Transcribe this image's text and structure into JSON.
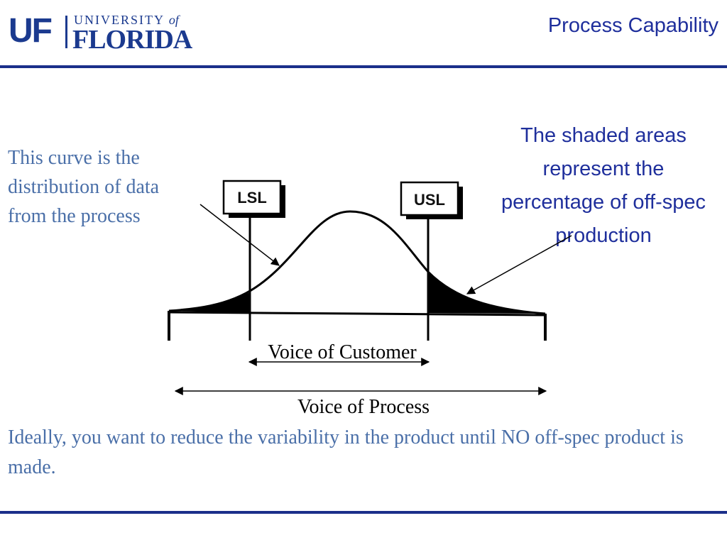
{
  "logo": {
    "uf": "UF",
    "university": "UNIVERSITY",
    "of": "of",
    "florida": "FLORIDA"
  },
  "header": {
    "title": "Process Capability"
  },
  "left_note": "This curve is the distribution of data from the process",
  "right_note": "The shaded areas represent the percentage of off-spec production",
  "diagram": {
    "lsl_label": "LSL",
    "usl_label": "USL",
    "voice_of_customer": "Voice of Customer",
    "voice_of_process": "Voice of Process"
  },
  "bottom_note": "Ideally, you want to reduce the variability in the product until NO off-spec product is made.",
  "colors": {
    "brand_blue": "#1b3a8f",
    "title_blue": "#1f2f9c",
    "note_blue": "#4a6fa8",
    "rule_blue": "#1b2f8a"
  }
}
